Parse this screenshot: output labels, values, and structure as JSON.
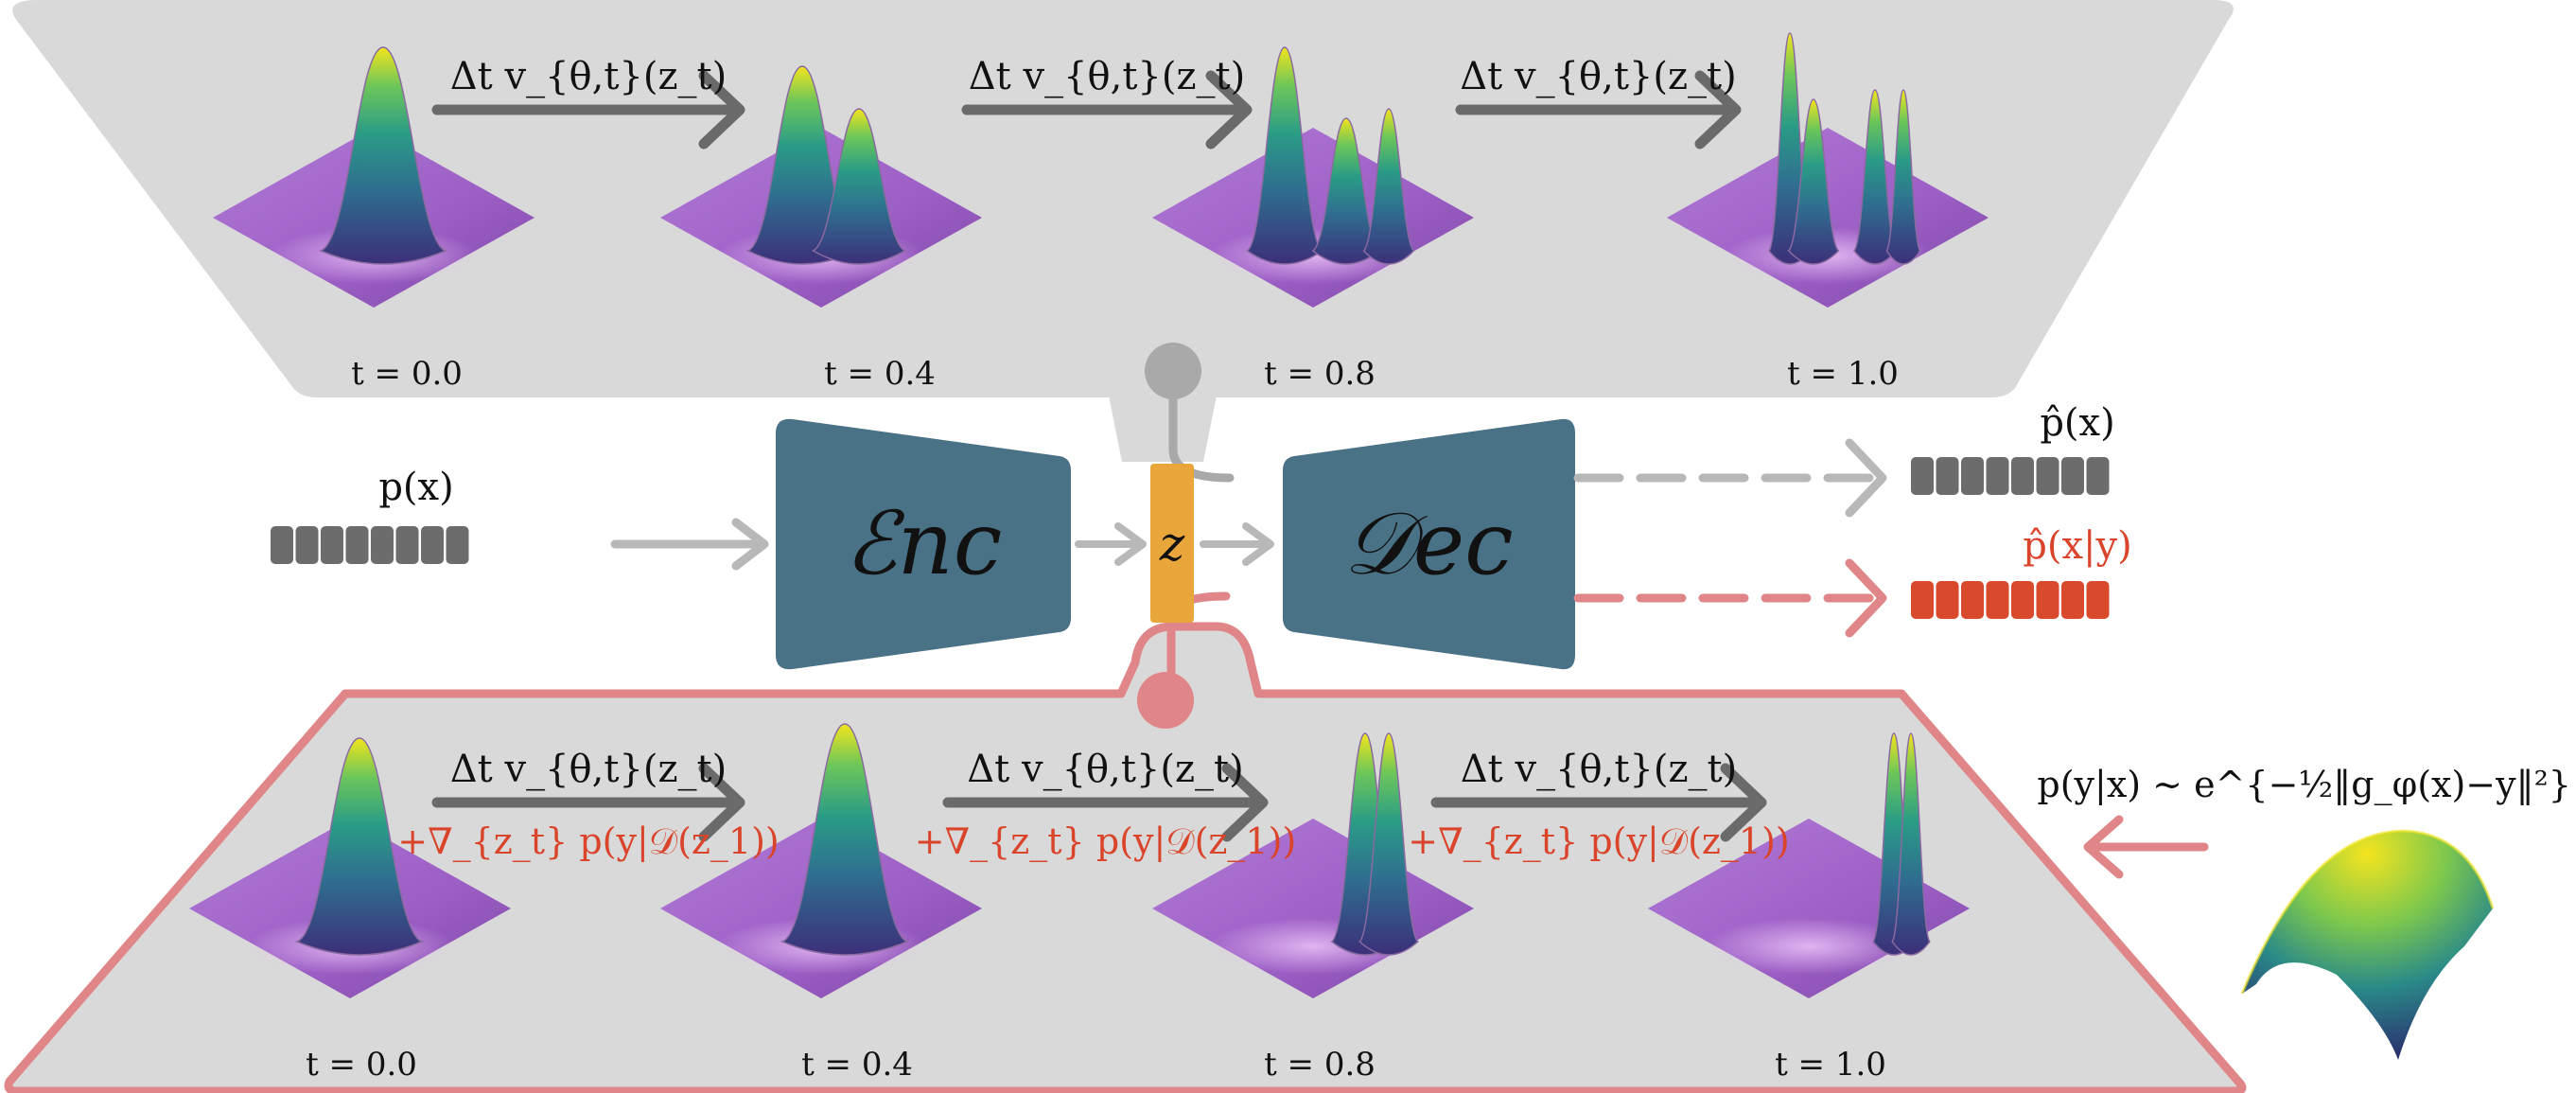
{
  "colors": {
    "panel_gray": "#d9d9d9",
    "panel_border_red": "#e08688",
    "box_teal": "#4a7286",
    "latent_orange": "#e9a63a",
    "token_gray": "#6c6c6c",
    "token_red": "#d84a2b",
    "arrow_gray": "#6a6a6a",
    "arrow_light": "#b8b8b8",
    "arrow_pink": "#e08688",
    "text_red": "#d9442b",
    "surface_low": "#9b5fc4",
    "surface_mid": "#2f8c8a",
    "surface_high": "#e5e21e"
  },
  "top_panel": {
    "step_label": "Δt v_{θ,t}(z_t)",
    "times": [
      "t = 0.0",
      "t = 0.4",
      "t = 0.8",
      "t = 1.0"
    ]
  },
  "bottom_panel": {
    "step_label": "Δt v_{θ,t}(z_t)",
    "guidance_label": "+∇_{z_t} p(y|𝒟(z_1))",
    "times": [
      "t = 0.0",
      "t = 0.4",
      "t = 0.8",
      "t = 1.0"
    ]
  },
  "middle": {
    "input_label": "p(x)",
    "encoder": "ℰnc",
    "latent": "z",
    "decoder": "𝒟ec",
    "output_uncond": "p̂(x)",
    "output_cond": "p̂(x|y)"
  },
  "likelihood": {
    "label": "p(y|x) ∼ e^{−½‖g_φ(x)−y‖²}"
  },
  "icons": {
    "surface": "density-surface-icon",
    "switch": "latent-switch-icon"
  }
}
